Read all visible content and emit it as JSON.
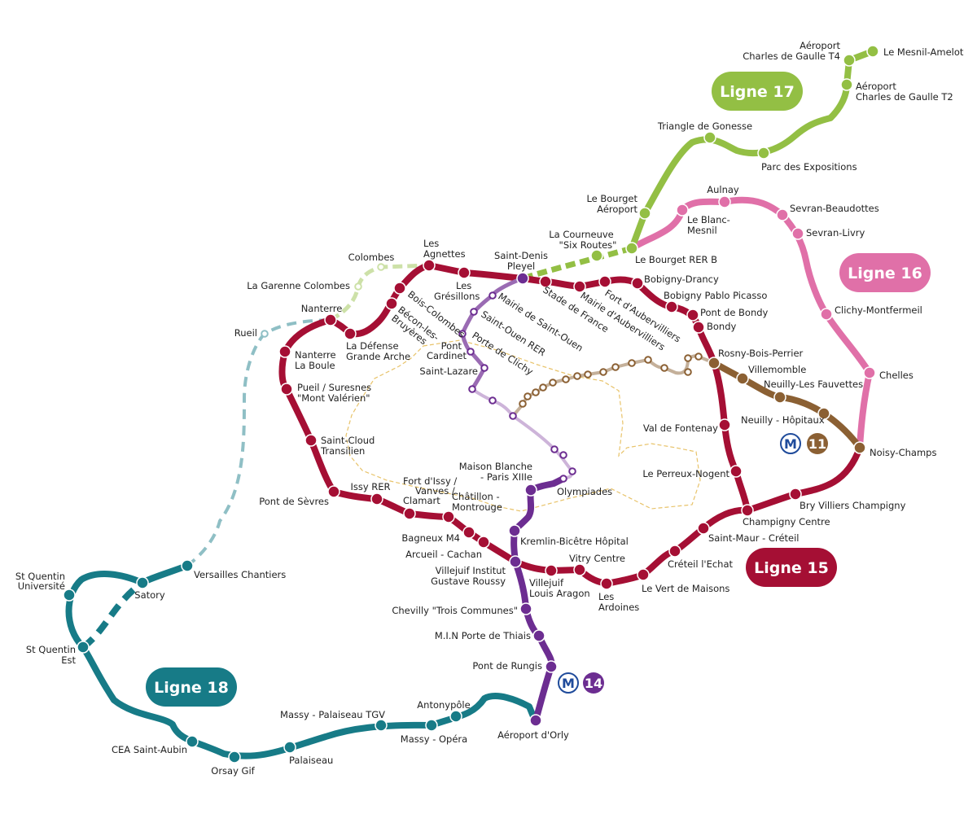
{
  "colors": {
    "ligne15": "#a50f34",
    "ligne16": "#e070a8",
    "ligne17": "#93bf44",
    "ligne18": "#177b87",
    "ligne14": "#6c2d91",
    "ligne11": "#8b6033",
    "paris_boundary": "#e8c36a",
    "metro_blue": "#1f4b9b"
  },
  "badges": {
    "ligne17": "Ligne 17",
    "ligne16": "Ligne 16",
    "ligne15": "Ligne 15",
    "ligne18": "Ligne 18"
  },
  "metro": {
    "letter": "M",
    "line14": "14",
    "line11": "11"
  },
  "stations": {
    "aeroport_cdg_t4": [
      "Aéroport",
      "Charles de Gaulle T4"
    ],
    "le_mesnil_amelot": [
      "Le Mesnil-Amelot"
    ],
    "aeroport_cdg_t2": [
      "Aéroport",
      "Charles de Gaulle T2"
    ],
    "triangle_de_gonesse": [
      "Triangle de Gonesse"
    ],
    "parc_des_expositions": [
      "Parc des Expositions"
    ],
    "le_bourget_aeroport": [
      "Le Bourget",
      "Aéroport"
    ],
    "aulnay": [
      "Aulnay"
    ],
    "sevran_beaudottes": [
      "Sevran-Beaudottes"
    ],
    "le_blanc_mesnil": [
      "Le Blanc-",
      "Mesnil"
    ],
    "sevran_livry": [
      "Sevran-Livry"
    ],
    "la_courneuve": [
      "La Courneuve",
      "\"Six Routes\""
    ],
    "le_bourget_rer_b": [
      "Le Bourget RER B"
    ],
    "colombes": [
      "Colombes"
    ],
    "les_agnettes": [
      "Les",
      "Agnettes"
    ],
    "saint_denis_pleyel": [
      "Saint-Denis",
      "Pleyel"
    ],
    "la_garenne_colombes": [
      "La Garenne Colombes"
    ],
    "les_gresillons": [
      "Les",
      "Grésillons"
    ],
    "bobigny_drancy": [
      "Bobigny-Drancy"
    ],
    "bobigny_pablo_picasso": [
      "Bobigny Pablo Picasso"
    ],
    "pont_de_bondy": [
      "Pont de Bondy"
    ],
    "bondy": [
      "Bondy"
    ],
    "nanterre": [
      "Nanterre"
    ],
    "rueil": [
      "Rueil"
    ],
    "la_defense": [
      "La Défense",
      "Grande Arche"
    ],
    "nanterre_la_boule": [
      "Nanterre",
      "La Boule"
    ],
    "pueil_suresnes": [
      "Pueil / Suresnes",
      "\"Mont Valérien\""
    ],
    "pont_cardinet": [
      "Pont",
      "Cardinet"
    ],
    "saint_lazare": [
      "Saint-Lazare"
    ],
    "rosny_bois_perrier": [
      "Rosny-Bois-Perrier"
    ],
    "villemomble": [
      "Villemomble"
    ],
    "neuilly_les_fauvettes": [
      "Neuilly-Les Fauvettes"
    ],
    "neuilly_hopitaux": [
      "Neuilly - Hôpitaux"
    ],
    "clichy_montfermeil": [
      "Clichy-Montfermeil"
    ],
    "chelles": [
      "Chelles"
    ],
    "noisy_champs": [
      "Noisy-Champs"
    ],
    "val_de_fontenay": [
      "Val de Fontenay"
    ],
    "le_perreux_nogent": [
      "Le Perreux-Nogent"
    ],
    "saint_cloud": [
      "Saint-Cloud",
      "Transilien"
    ],
    "issy_rer": [
      "Issy RER"
    ],
    "fort_issy": [
      "Fort d'Issy /",
      "Vanves /",
      "Clamart"
    ],
    "pont_de_sevres": [
      "Pont de Sèvres"
    ],
    "maison_blanche": [
      "Maison Blanche",
      "- Paris XIIIe"
    ],
    "olympiades": [
      "Olympiades"
    ],
    "chatillon_montrouge": [
      "Châtillon -",
      "Montrouge"
    ],
    "bry_villiers": [
      "Bry Villiers Champigny"
    ],
    "champigny_centre": [
      "Champigny Centre"
    ],
    "bagneux": [
      "Bagneux M4"
    ],
    "kremlin_bicetre": [
      "Kremlin-Bicêtre Hôpital"
    ],
    "saint_maur": [
      "Saint-Maur - Créteil"
    ],
    "arcueil_cachan": [
      "Arcueil - Cachan"
    ],
    "vitry_centre": [
      "Vitry Centre"
    ],
    "creteil_echat": [
      "Créteil l'Echat"
    ],
    "villejuif_igr": [
      "Villejuif Institut",
      "Gustave Roussy"
    ],
    "villejuif_aragon": [
      "Villejuif",
      "Louis Aragon"
    ],
    "les_ardoines": [
      "Les",
      "Ardoines"
    ],
    "le_vert_de_maisons": [
      "Le Vert de Maisons"
    ],
    "versailles_chantiers": [
      "Versailles Chantiers"
    ],
    "st_quentin_universite": [
      "St Quentin",
      "Université"
    ],
    "satory": [
      "Satory"
    ],
    "chevilly": [
      "Chevilly \"Trois Communes\""
    ],
    "min_porte_thiais": [
      "M.I.N Porte de Thiais"
    ],
    "st_quentin_est": [
      "St Quentin",
      "Est"
    ],
    "pont_de_rungis": [
      "Pont de Rungis"
    ],
    "antonypole": [
      "Antonypôle"
    ],
    "massy_palaiseau": [
      "Massy - Palaiseau TGV"
    ],
    "massy_opera": [
      "Massy - Opéra"
    ],
    "aeroport_orly": [
      "Aéroport d'Orly"
    ],
    "cea_saint_aubin": [
      "CEA Saint-Aubin"
    ],
    "palaiseau": [
      "Palaiseau"
    ],
    "orsay_gif": [
      "Orsay Gif"
    ],
    "mairie_saint_ouen": [
      "Mairie de Saint-Ouen"
    ],
    "stade_de_france": [
      "Stade de France"
    ],
    "mairie_aubervilliers": [
      "Mairie d'Aubervilliers"
    ],
    "fort_aubervilliers": [
      "Fort d'Aubervilliers"
    ],
    "saint_ouen_rer": [
      "Saint-Ouen RER"
    ],
    "porte_de_clichy": [
      "Porte de Clichy"
    ],
    "bois_colombes": [
      "Bois-Colombes"
    ],
    "becon_les_bruyeres": [
      "Bécon-les-",
      "Bruyères"
    ]
  }
}
